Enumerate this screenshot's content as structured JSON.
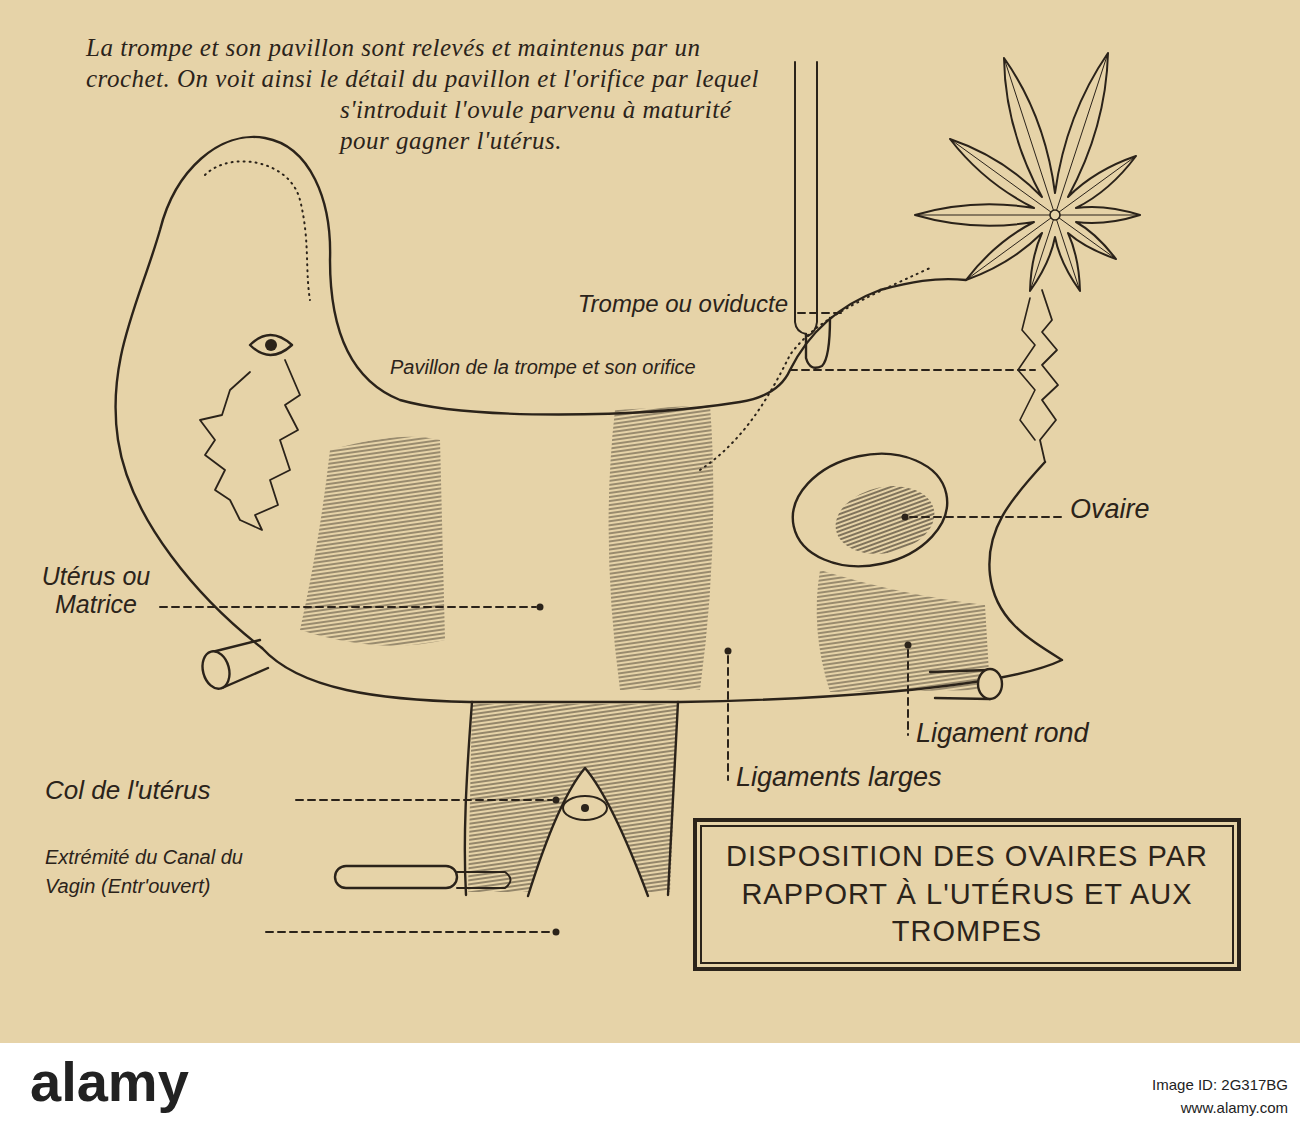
{
  "diagram": {
    "title": "DISPOSITION DES OVAIRES PAR RAPPORT À L'UTÉRUS ET AUX TROMPES",
    "labels": [
      "La trompe et son pavillon sont relevés et maintenus par un crochet. On voit ainsi le détail du pavillon et l'orifice par lequel s'introduit l'ovule parvenu à maturité pour gagner l'utérus.",
      "Trompe ou oviducte",
      "Pavillon de la trompe et son orifice",
      "Ovaire",
      "Utérus ou Matrice",
      "Ligament rond",
      "Ligaments larges",
      "Col de l'utérus",
      "Extrémité du Canal du Vagin (Entr'ouvert)",
      "alamy",
      "Image ID: 2G317BG",
      "www.alamy.com"
    ]
  }
}
